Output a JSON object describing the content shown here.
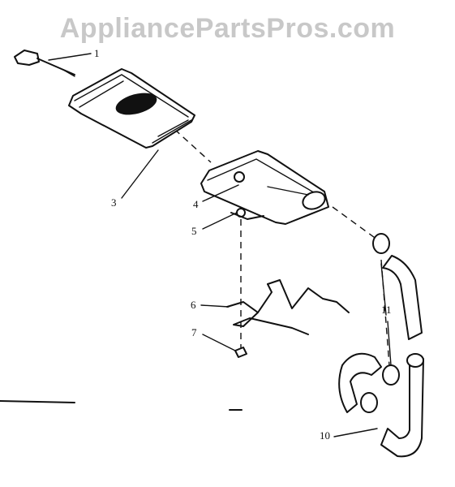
{
  "watermark": "AppliancePartsPros.com",
  "callouts": [
    {
      "id": "1",
      "label": "1"
    },
    {
      "id": "3",
      "label": "3"
    },
    {
      "id": "4",
      "label": "4"
    },
    {
      "id": "5",
      "label": "5"
    },
    {
      "id": "6",
      "label": "6"
    },
    {
      "id": "7",
      "label": "7"
    },
    {
      "id": "10",
      "label": "10"
    },
    {
      "id": "11",
      "label": "11"
    }
  ],
  "colors": {
    "ink": "#111111",
    "watermark": "#c8c8c8",
    "background": "#ffffff"
  }
}
